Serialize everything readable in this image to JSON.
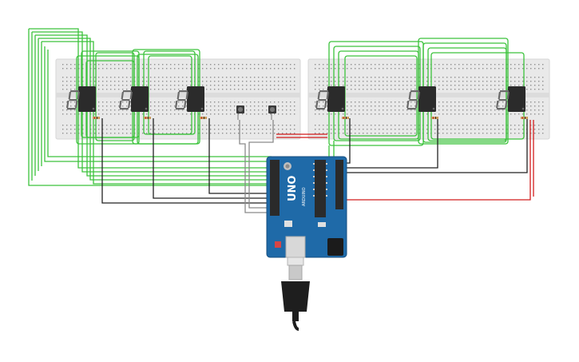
{
  "board": {
    "label": "UNO",
    "sublabel": "ARDUINO"
  },
  "displays": [
    {
      "glyph": "8"
    },
    {
      "glyph": "8"
    },
    {
      "glyph": "8"
    },
    {
      "glyph": "8"
    },
    {
      "glyph": "8"
    },
    {
      "glyph": "8"
    }
  ],
  "colors": {
    "wire_green": "#3cc23c",
    "wire_dark": "#222222",
    "wire_gray": "#8a8a8a",
    "wire_red": "#d21c1c",
    "breadboard": "#e9e9e9",
    "board_blue": "#1f6aa8",
    "display_body": "#2b2b2b",
    "segment_off": "#5e5e5e"
  },
  "icons": [
    "seven-segment-display-icon",
    "push-button-icon",
    "usb-plug-icon",
    "resistor-icon"
  ]
}
